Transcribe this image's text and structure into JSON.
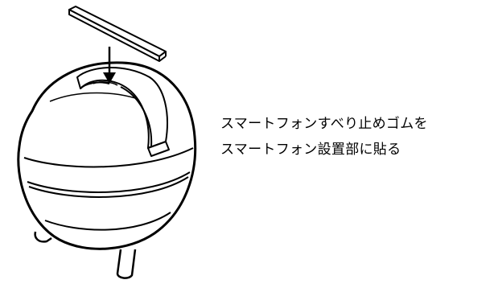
{
  "instruction": {
    "line1": "スマートフォンすべり止めゴムを",
    "line2": "スマートフォン設置部に貼る"
  },
  "colors": {
    "stroke": "#000000",
    "fill": "#ffffff"
  },
  "parts": {
    "rubber_strip": "anti-slip rubber pad",
    "arrow": "down-arrow",
    "device": "egg-shaped speaker with smartphone mount"
  }
}
